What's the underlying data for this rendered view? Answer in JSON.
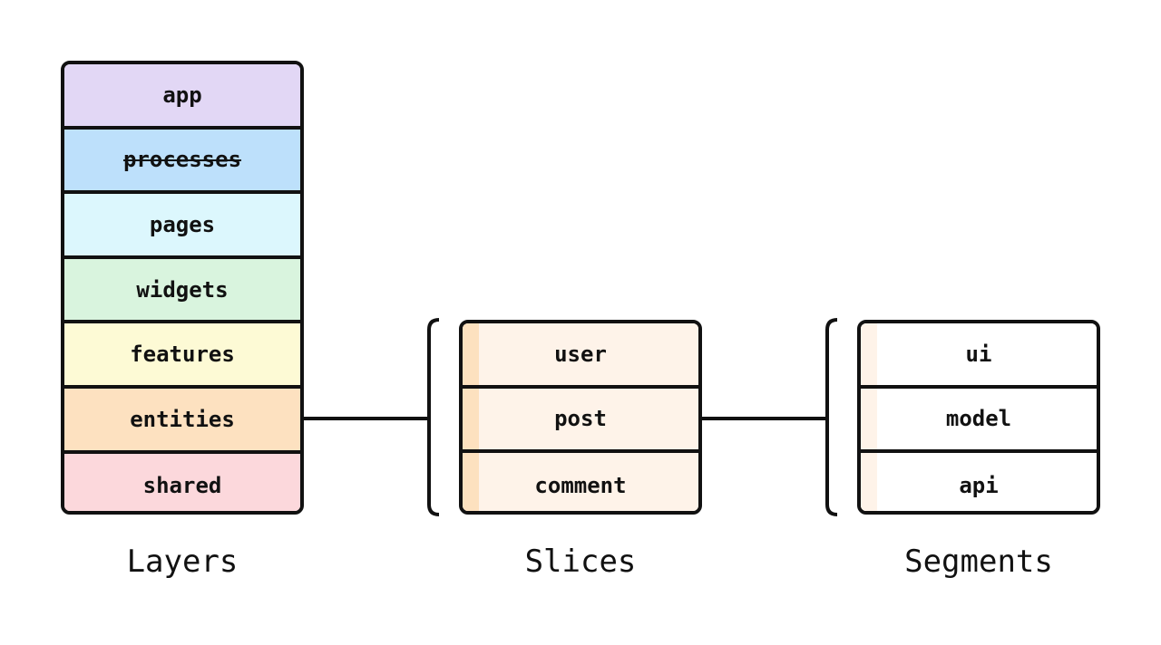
{
  "layers": {
    "caption": "Layers",
    "items": [
      {
        "label": "app",
        "color": "#e2d7f5",
        "deprecated": false
      },
      {
        "label": "processes",
        "color": "#bde0fb",
        "deprecated": true
      },
      {
        "label": "pages",
        "color": "#dcf7fd",
        "deprecated": false
      },
      {
        "label": "widgets",
        "color": "#d9f4de",
        "deprecated": false
      },
      {
        "label": "features",
        "color": "#fdfad5",
        "deprecated": false
      },
      {
        "label": "entities",
        "color": "#fde1c0",
        "deprecated": false
      },
      {
        "label": "shared",
        "color": "#fcd8dc",
        "deprecated": false
      }
    ]
  },
  "slices": {
    "caption": "Slices",
    "items": [
      "user",
      "post",
      "comment"
    ]
  },
  "segments": {
    "caption": "Segments",
    "items": [
      "ui",
      "model",
      "api"
    ]
  },
  "connections": [
    {
      "from": "entities",
      "to": "slices"
    },
    {
      "from": "post",
      "to": "segments"
    }
  ]
}
